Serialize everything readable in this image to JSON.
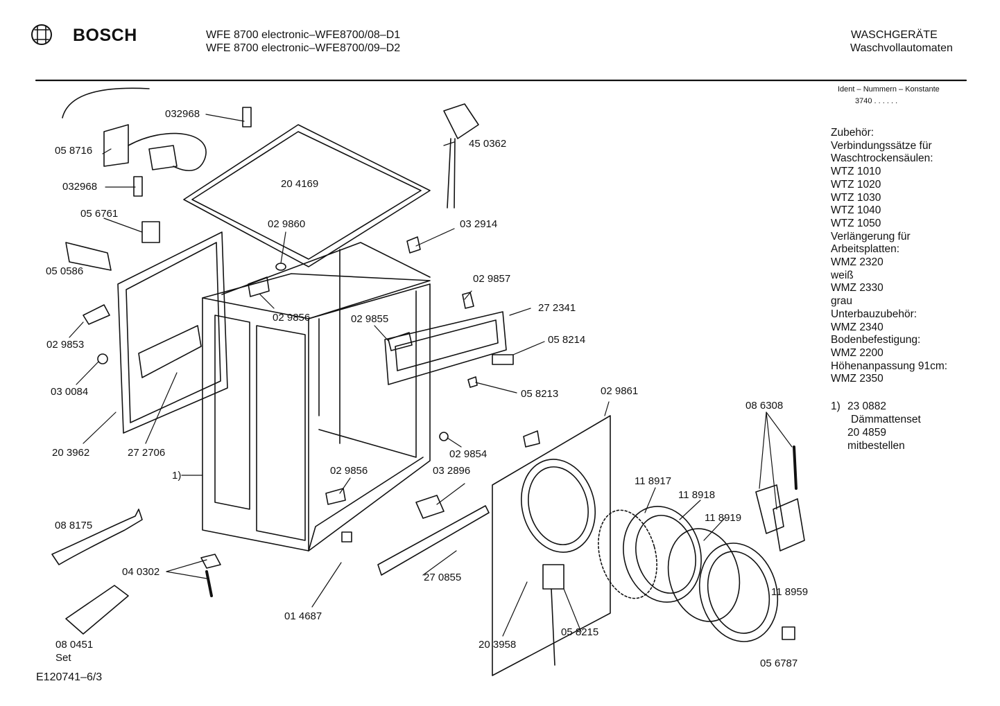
{
  "header": {
    "brand": "BOSCH",
    "model_line1": "WFE 8700 electronic–WFE8700/08–D1",
    "model_line2": "WFE 8700 electronic–WFE8700/09–D2",
    "category_line1": "WASCHGERÄTE",
    "category_line2": "Waschvollautomaten"
  },
  "ident": {
    "label": "Ident – Nummern – Konstante",
    "value": "3740  .  .    .  .  .  ."
  },
  "accessories": [
    "Zubehör:",
    "Verbindungssätze für",
    "Waschtrockensäulen:",
    "WTZ 1010",
    "WTZ 1020",
    "WTZ 1030",
    "WTZ 1040",
    "WTZ 1050",
    "Verlängerung für",
    "Arbeitsplatten:",
    "WMZ 2320",
    "weiß",
    "WMZ 2330",
    "grau",
    "Unterbauzubehör:",
    "WMZ 2340",
    "Bodenbefestigung:",
    "WMZ 2200",
    "Höhenanpassung  91cm:",
    "WMZ 2350"
  ],
  "footnote": {
    "marker": "1)",
    "part": "23 0882",
    "line1": "Dämmattenset",
    "line2": "20 4859",
    "line3": "mitbestellen"
  },
  "parts": {
    "p032968a": "032968",
    "p058716": "05 8716",
    "p032968b": "032968",
    "p056761": "05 6761",
    "p050586": "05 0586",
    "p029853": "02 9853",
    "p030084": "03 0084",
    "p203962": "20 3962",
    "p272706": "27 2706",
    "p1": "1)",
    "p088175": "08 8175",
    "p040302": "04 0302",
    "p080451": "08  0451",
    "p080451set": "Set",
    "p204169": "20 4169",
    "p029860": "02 9860",
    "p450362": "45 0362",
    "p032914": "03 2914",
    "p029857": "02 9857",
    "p029856a": "02 9856",
    "p029855": "02 9855",
    "p272341": "27 2341",
    "p058214": "05 8214",
    "p058213": "05 8213",
    "p029861": "02 9861",
    "p029854": "02 9854",
    "p029856b": "02 9856",
    "p032896": "03 2896",
    "p270855": "27 0855",
    "p014687": "01 4687",
    "p203958": "20 3958",
    "p058215": "05 8215",
    "p118917": "11 8917",
    "p118918": "11 8918",
    "p118919": "11 8919",
    "p118959": "11 8959",
    "p086308": "08 6308",
    "p056787": "05 6787"
  },
  "footer": {
    "drawing_id": "E120741–6/3"
  }
}
